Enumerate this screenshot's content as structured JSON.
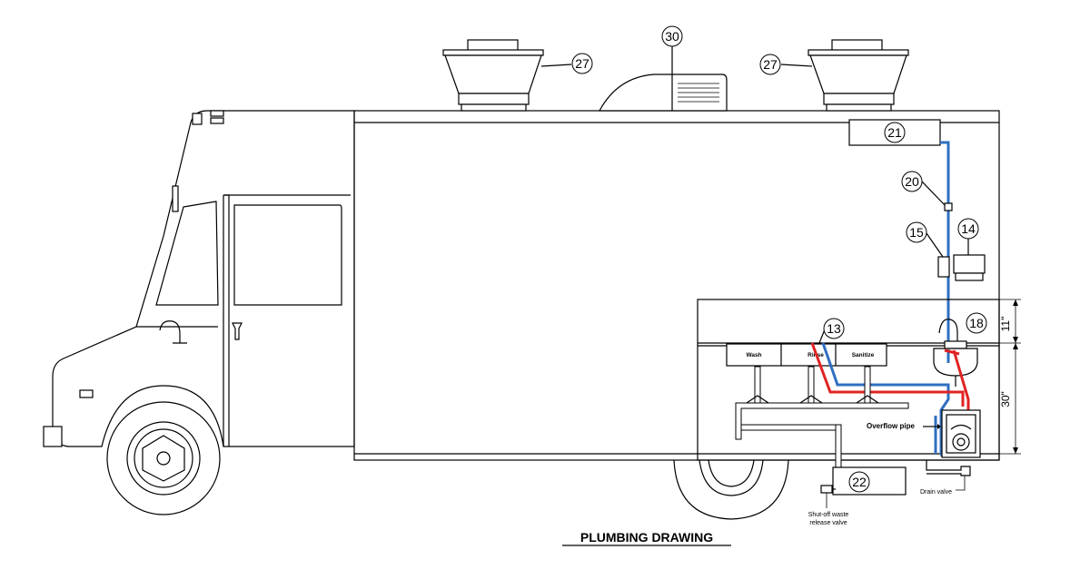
{
  "title": "PLUMBING DRAWING",
  "callouts": {
    "c27_left": "27",
    "c27_right": "27",
    "c30": "30",
    "c21": "21",
    "c20": "20",
    "c15": "15",
    "c14": "14",
    "c13": "13",
    "c18": "18",
    "c22": "22"
  },
  "sink_labels": {
    "wash": "Wash",
    "rinse": "Rinse",
    "sanitize": "Sanitize"
  },
  "labels": {
    "overflow_pipe": "Overflow pipe",
    "drain_valve": "Drain valve",
    "shutoff_line1": "Shut-off waste",
    "shutoff_line2": "release valve"
  },
  "dimensions": {
    "upper": "11\"",
    "lower": "30\""
  },
  "colors": {
    "cold_water": "#2f6fc0",
    "hot_water": "#e02323",
    "line": "#000000"
  }
}
